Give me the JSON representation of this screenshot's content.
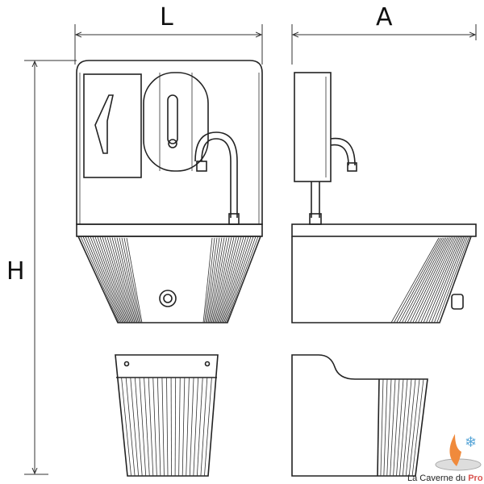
{
  "dimensions": {
    "width_label": "L",
    "depth_label": "A",
    "height_label": "H"
  },
  "logo": {
    "text_main": "La Caverne du ",
    "text_accent": "Pro",
    "accent_color": "#d9534f",
    "flame_color": "#f08a3c",
    "snow_color": "#5aa7d8"
  }
}
